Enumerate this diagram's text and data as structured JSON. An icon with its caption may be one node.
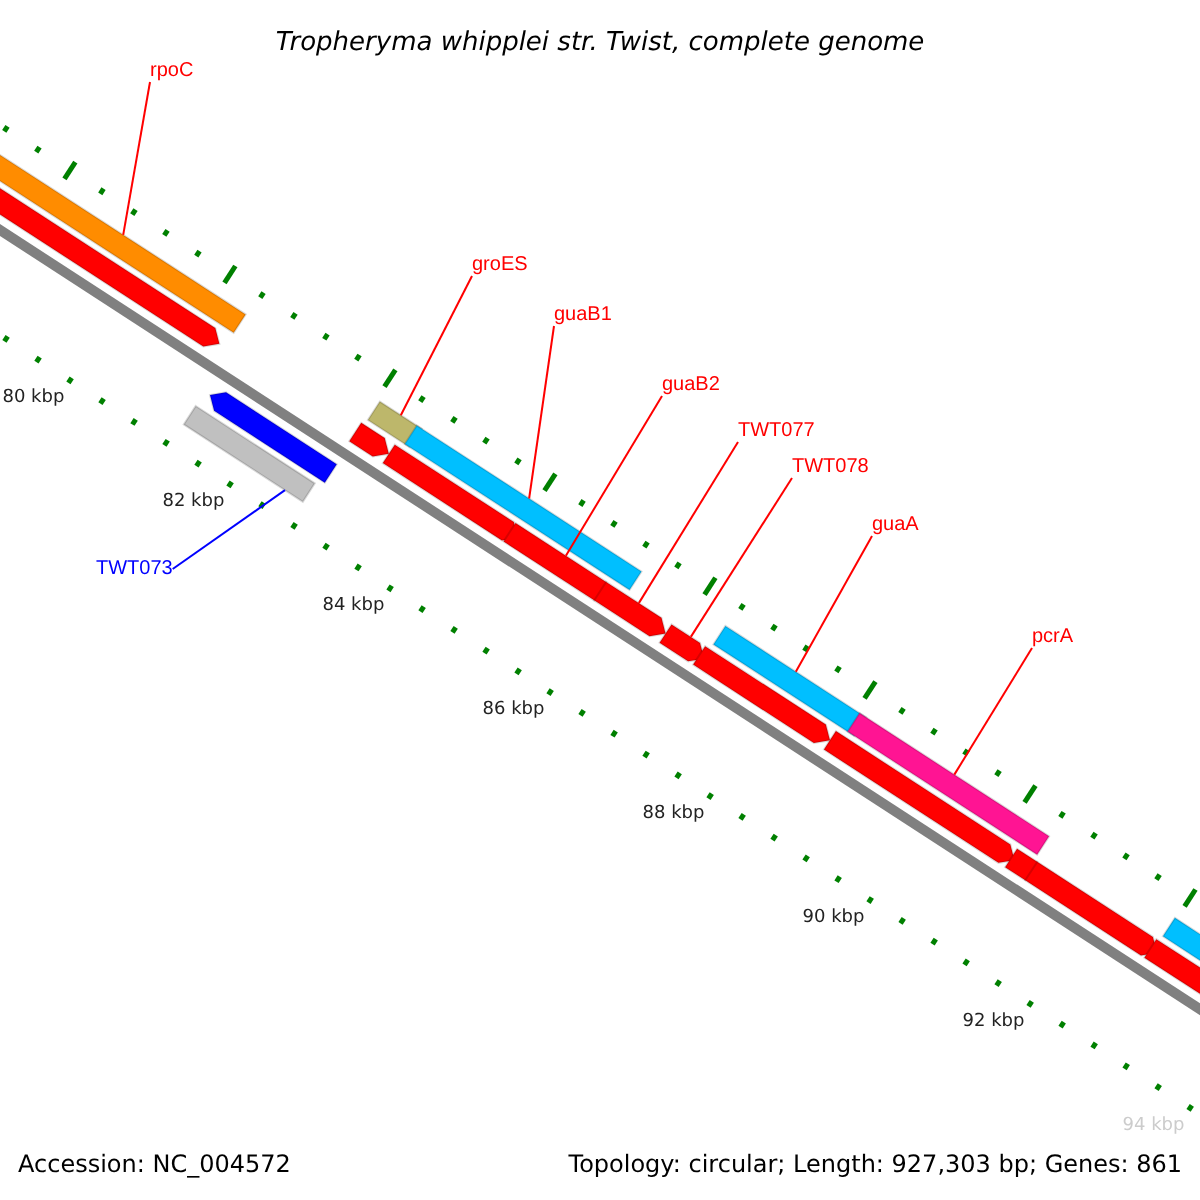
{
  "diagram": {
    "title": "Tropheryma whipplei str. Twist, complete genome",
    "nodes": [
      {
        "text": [
          "rpoC"
        ]
      },
      {
        "text": [],
        "shape": "bar"
      },
      {
        "text": [
          "groES"
        ]
      },
      {
        "text": [],
        "shape": "bar"
      },
      {
        "text": [
          "guaB1"
        ]
      },
      {
        "text": [],
        "shape": "bar"
      },
      {
        "text": [
          "guaB2"
        ]
      },
      {
        "text": [],
        "shape": "bar"
      },
      {
        "text": [
          "TWT077"
        ]
      },
      {
        "text": [],
        "shape": "bar"
      },
      {
        "text": [
          "TWT078"
        ]
      },
      {
        "text": [],
        "shape": "bar"
      },
      {
        "text": [
          "TWT073"
        ]
      },
      {
        "text": [],
        "shape": "bar"
      },
      {
        "text": [
          "guaA"
        ]
      },
      {
        "text": [],
        "shape": "bar"
      },
      {
        "text": [
          "pcrA"
        ]
      },
      {
        "text": [],
        "shape": "bar"
      },
      {
        "text": [],
        "shape": "bar"
      },
      {
        "text": [],
        "shape": "bar"
      },
      {
        "text": [],
        "shape": "bar"
      },
      {
        "text": [],
        "shape": "bar"
      },
      {
        "text": [],
        "shape": "bar"
      },
      {
        "text": [],
        "shape": "bar"
      },
      {
        "text": [],
        "shape": "bar"
      },
      {
        "text": [],
        "shape": "bar"
      },
      {
        "text": [],
        "shape": "bar"
      },
      {
        "text": [],
        "shape": "bar"
      }
    ],
    "edges": [
      {
        "from": 0,
        "to": 1,
        "arrow": "none"
      },
      {
        "from": 2,
        "to": 3,
        "arrow": "none"
      },
      {
        "from": 4,
        "to": 5,
        "arrow": "none"
      },
      {
        "from": 6,
        "to": 7,
        "arrow": "none"
      },
      {
        "from": 8,
        "to": 9,
        "arrow": "none"
      },
      {
        "from": 10,
        "to": 11,
        "arrow": "none"
      },
      {
        "from": 12,
        "to": 13,
        "arrow": "none",
        "color": "#0000ff"
      },
      {
        "from": 14,
        "to": 15,
        "arrow": "none"
      },
      {
        "from": 16,
        "to": 17,
        "arrow": "none"
      }
    ],
    "labels": [
      "80 kbp",
      "82 kbp",
      "84 kbp",
      "86 kbp",
      "88 kbp",
      "90 kbp",
      "92 kbp",
      "94 kbp",
      "Accession: NC_004572",
      "Topology: circular; Length: 927,303 bp; Genes: 861"
    ]
  }
}
